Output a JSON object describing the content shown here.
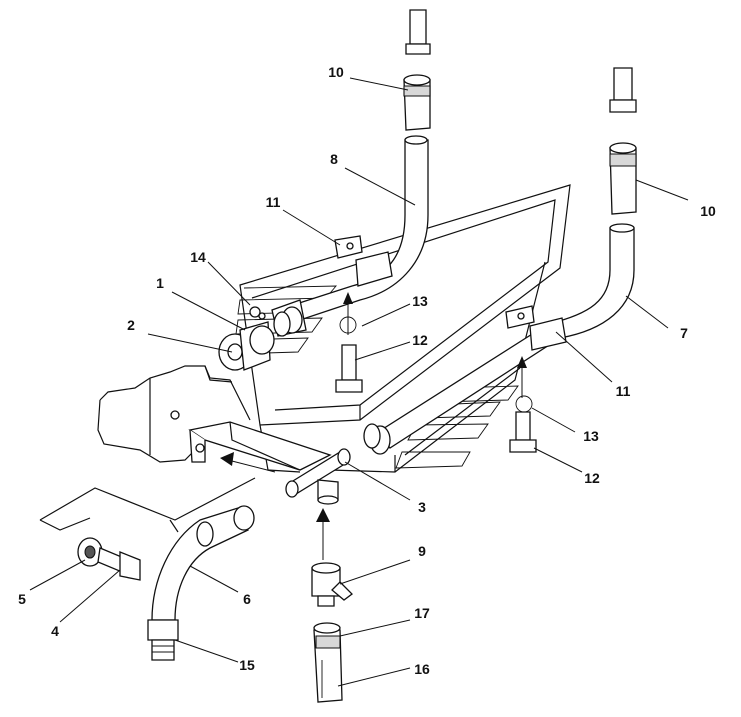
{
  "diagram": {
    "callouts": [
      {
        "id": "c1",
        "text": "1"
      },
      {
        "id": "c2",
        "text": "2"
      },
      {
        "id": "c3",
        "text": "3"
      },
      {
        "id": "c4",
        "text": "4"
      },
      {
        "id": "c5",
        "text": "5"
      },
      {
        "id": "c6",
        "text": "6"
      },
      {
        "id": "c7",
        "text": "7"
      },
      {
        "id": "c8",
        "text": "8"
      },
      {
        "id": "c9",
        "text": "9"
      },
      {
        "id": "c10a",
        "text": "10"
      },
      {
        "id": "c10b",
        "text": "10"
      },
      {
        "id": "c11a",
        "text": "11"
      },
      {
        "id": "c11b",
        "text": "11"
      },
      {
        "id": "c12a",
        "text": "12"
      },
      {
        "id": "c12b",
        "text": "12"
      },
      {
        "id": "c13a",
        "text": "13"
      },
      {
        "id": "c13b",
        "text": "13"
      },
      {
        "id": "c14",
        "text": "14"
      },
      {
        "id": "c15",
        "text": "15"
      },
      {
        "id": "c16",
        "text": "16"
      },
      {
        "id": "c17",
        "text": "17"
      }
    ]
  }
}
